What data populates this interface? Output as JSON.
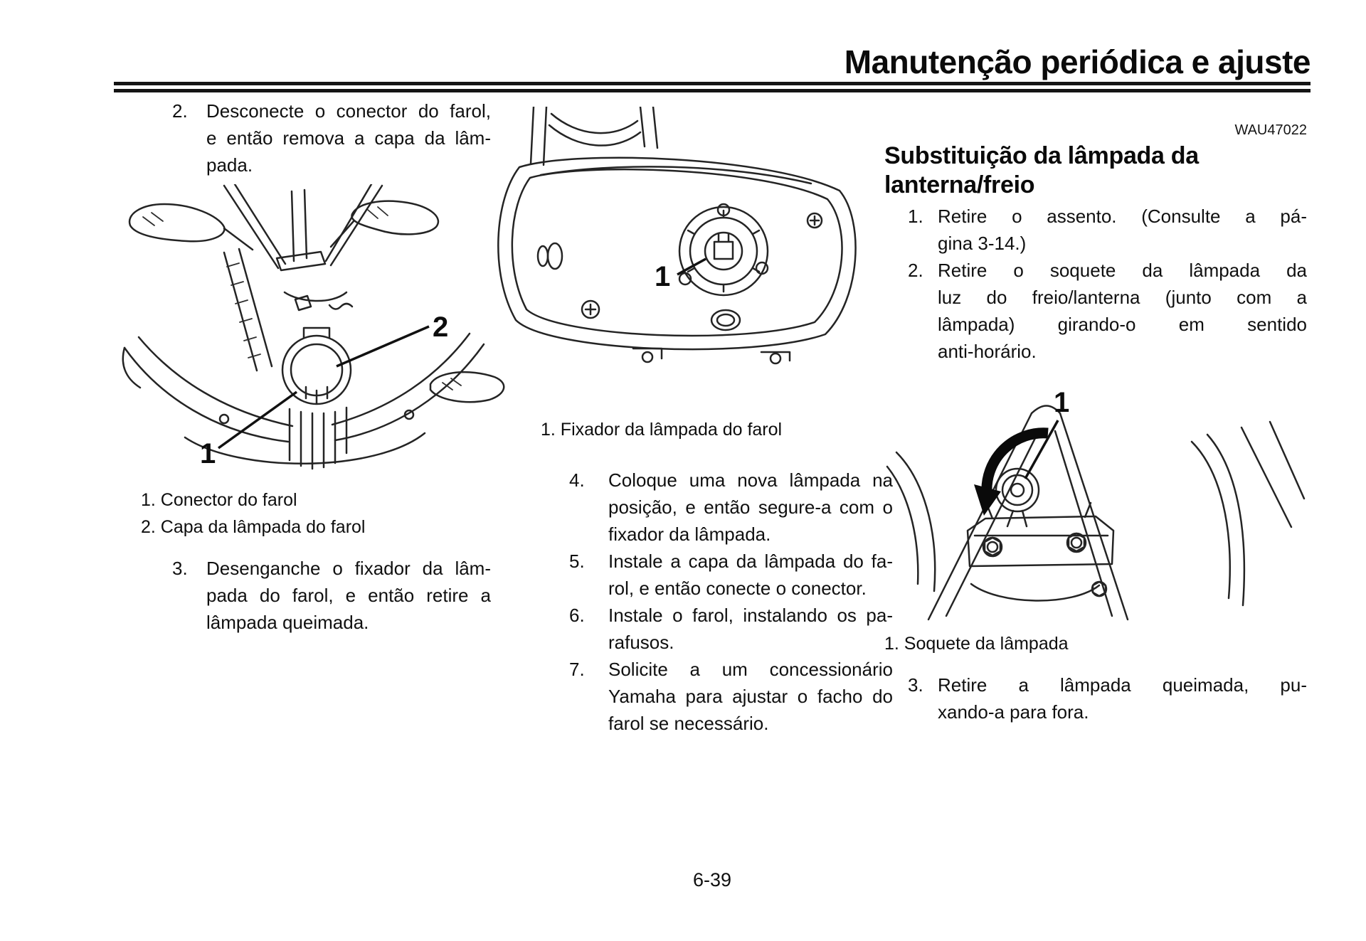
{
  "header": {
    "title": "Manutenção periódica e ajuste"
  },
  "columns": {
    "left": {
      "steps": [
        {
          "num": "2.",
          "lines": [
            "Desconecte o conector do farol,",
            "e então remova a capa da lâm-",
            "pada."
          ]
        },
        {
          "num": "3.",
          "lines": [
            "Desenganche o fixador da lâm-",
            "pada do farol, e então retire a",
            "lâmpada queimada."
          ]
        }
      ],
      "figure": {
        "name": "headlight-front-view",
        "labels": {
          "connector": "1",
          "cover": "2"
        },
        "captions": [
          "1. Conector do farol",
          "2. Capa da lâmpada do farol"
        ]
      }
    },
    "middle": {
      "figure": {
        "name": "headlight-rear-view",
        "labels": {
          "holder": "1"
        },
        "captions": [
          "1. Fixador da lâmpada do farol"
        ]
      },
      "steps": [
        {
          "num": "4.",
          "lines": [
            "Coloque uma nova lâmpada na",
            "posição, e então segure-a com o",
            "fixador da lâmpada."
          ]
        },
        {
          "num": "5.",
          "lines": [
            "Instale a capa da lâmpada do fa-",
            "rol, e então conecte o conector."
          ]
        },
        {
          "num": "6.",
          "lines": [
            "Instale o farol, instalando os pa-",
            "rafusos."
          ]
        },
        {
          "num": "7.",
          "lines": [
            "Solicite a um concessionário",
            "Yamaha para ajustar o facho do",
            "farol se necessário."
          ]
        }
      ]
    },
    "right": {
      "code": "WAU47022",
      "heading_lines": [
        "Substituição da lâmpada da",
        "lanterna/freio"
      ],
      "steps_top": [
        {
          "num": "1.",
          "lines": [
            "Retire o assento. (Consulte a pá-",
            "gina 3-14.)"
          ]
        },
        {
          "num": "2.",
          "lines": [
            "Retire o soquete da lâmpada da",
            "luz do freio/lanterna (junto com a",
            "lâmpada) girando-o em sentido",
            "anti-horário."
          ]
        }
      ],
      "figure": {
        "name": "tail-light-socket-view",
        "labels": {
          "socket": "1"
        },
        "captions": [
          "1. Soquete da lâmpada"
        ]
      },
      "steps_bottom": [
        {
          "num": "3.",
          "lines": [
            "Retire a lâmpada queimada, pu-",
            "xando-a para fora."
          ]
        }
      ]
    }
  },
  "footer": {
    "page_number": "6-39"
  }
}
